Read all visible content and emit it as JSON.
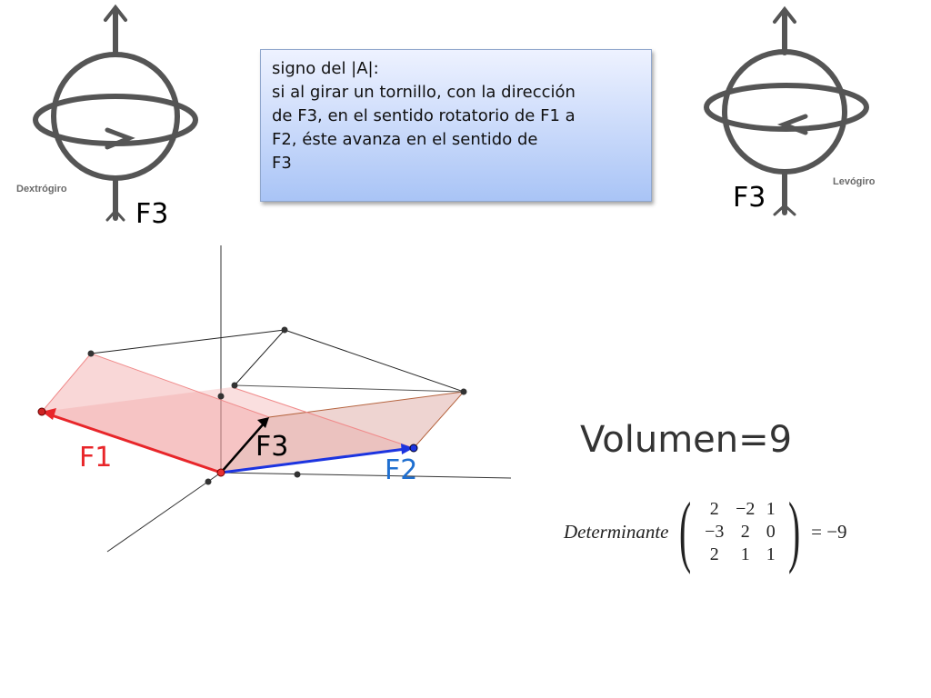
{
  "left_figure": {
    "label": "Dextrógiro",
    "axis_label": "F3"
  },
  "right_figure": {
    "label": "Levógiro",
    "axis_label": "F3"
  },
  "info_box": {
    "lines": [
      "signo del |A|:",
      "si al girar un tornillo, con la dirección",
      "de F3, en el sentido rotatorio de F1 a",
      "F2, éste avanza en el sentido de",
      "F3"
    ]
  },
  "vectors": {
    "f1": {
      "label": "F1",
      "color": "#e8262a"
    },
    "f2": {
      "label": "F2",
      "color": "#1f6fd0"
    },
    "f3": {
      "label": "F3",
      "color": "#000000"
    }
  },
  "volume": {
    "text": "Volumen=9"
  },
  "determinant": {
    "word": "Determinante",
    "matrix": [
      [
        "2",
        "−2",
        "1"
      ],
      [
        "−3",
        "2",
        "0"
      ],
      [
        "2",
        "1",
        "1"
      ]
    ],
    "result": "= −9"
  }
}
